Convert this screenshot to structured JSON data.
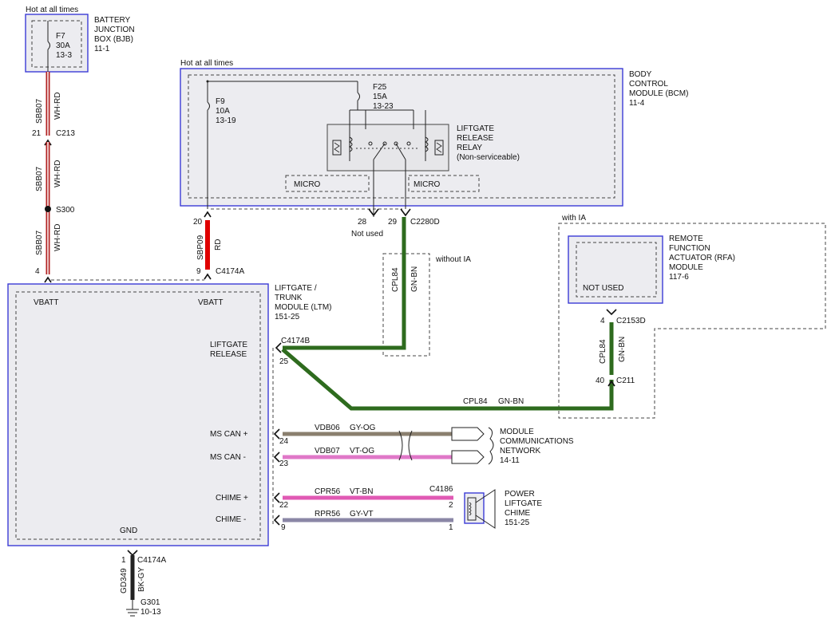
{
  "colors": {
    "wh_rd": "#b22222",
    "rd": "#e00000",
    "gn_bn": "#2e6b1e",
    "gy_og": "#8a7f6e",
    "vt_og": "#e078c8",
    "vt_bn": "#e05ab4",
    "gy_vt": "#8a86a6",
    "bk_gy": "#222222",
    "box_border": "#3b3bd6"
  },
  "labels": {
    "hot1": "Hot at all times",
    "hot2": "Hot at all times",
    "bjb": [
      "BATTERY",
      "JUNCTION",
      "BOX (BJB)",
      "11-1"
    ],
    "f7": [
      "F7",
      "30A",
      "13-3"
    ],
    "bcm": [
      "BODY",
      "CONTROL",
      "MODULE (BCM)",
      "11-4"
    ],
    "f9": [
      "F9",
      "10A",
      "13-19"
    ],
    "f25": [
      "F25",
      "15A",
      "13-23"
    ],
    "relay": [
      "LIFTGATE",
      "RELEASE",
      "RELAY",
      "(Non-serviceable)"
    ],
    "micro1": "MICRO",
    "micro2": "MICRO",
    "not_used": "Not used",
    "with_ia": "with IA",
    "without_ia": "without IA",
    "rfa": [
      "REMOTE",
      "FUNCTION",
      "ACTUATOR (RFA)",
      "MODULE",
      "117-6"
    ],
    "rfa_not_used": "NOT USED",
    "ltm": [
      "LIFTGATE /",
      "TRUNK",
      "MODULE (LTM)",
      "151-25"
    ],
    "vbatt1": "VBATT",
    "vbatt2": "VBATT",
    "liftgate_release": [
      "LIFTGATE",
      "RELEASE"
    ],
    "ms_can_plus": "MS CAN +",
    "ms_can_minus": "MS CAN -",
    "chime_plus": "CHIME +",
    "chime_minus": "CHIME -",
    "gnd": "GND",
    "mcn": [
      "MODULE",
      "COMMUNICATIONS",
      "NETWORK",
      "14-11"
    ],
    "plc": [
      "POWER",
      "LIFTGATE",
      "CHIME",
      "151-25"
    ],
    "c213": "C213",
    "s300": "S300",
    "c4174a_top": "C4174A",
    "c4174a_bot": "C4174A",
    "c2280d": "C2280D",
    "c4174b": "C4174B",
    "c2153d": "C2153D",
    "c211": "C211",
    "c4186": "C4186",
    "g301": [
      "G301",
      "10-13"
    ]
  },
  "pins": {
    "p21": "21",
    "p4": "4",
    "p20": "20",
    "p9a": "9",
    "p28": "28",
    "p29": "29",
    "p25": "25",
    "p24": "24",
    "p23": "23",
    "p22": "22",
    "p9b": "9",
    "p2": "2",
    "p1a": "1",
    "p4b": "4",
    "p40": "40",
    "p1b": "1"
  },
  "wires": {
    "sbb07_circuit": "SBB07",
    "sbb07_color": "WH-RD",
    "sbp09_circuit": "SBP09",
    "sbp09_color": "RD",
    "cpl84_circuit": "CPL84",
    "cpl84_color": "GN-BN",
    "vdb06": "VDB06",
    "gy_og": "GY-OG",
    "vdb07": "VDB07",
    "vt_og": "VT-OG",
    "cpr56": "CPR56",
    "vt_bn": "VT-BN",
    "rpr56": "RPR56",
    "gy_vt": "GY-VT",
    "gd349": "GD349",
    "bk_gy": "BK-GY"
  }
}
